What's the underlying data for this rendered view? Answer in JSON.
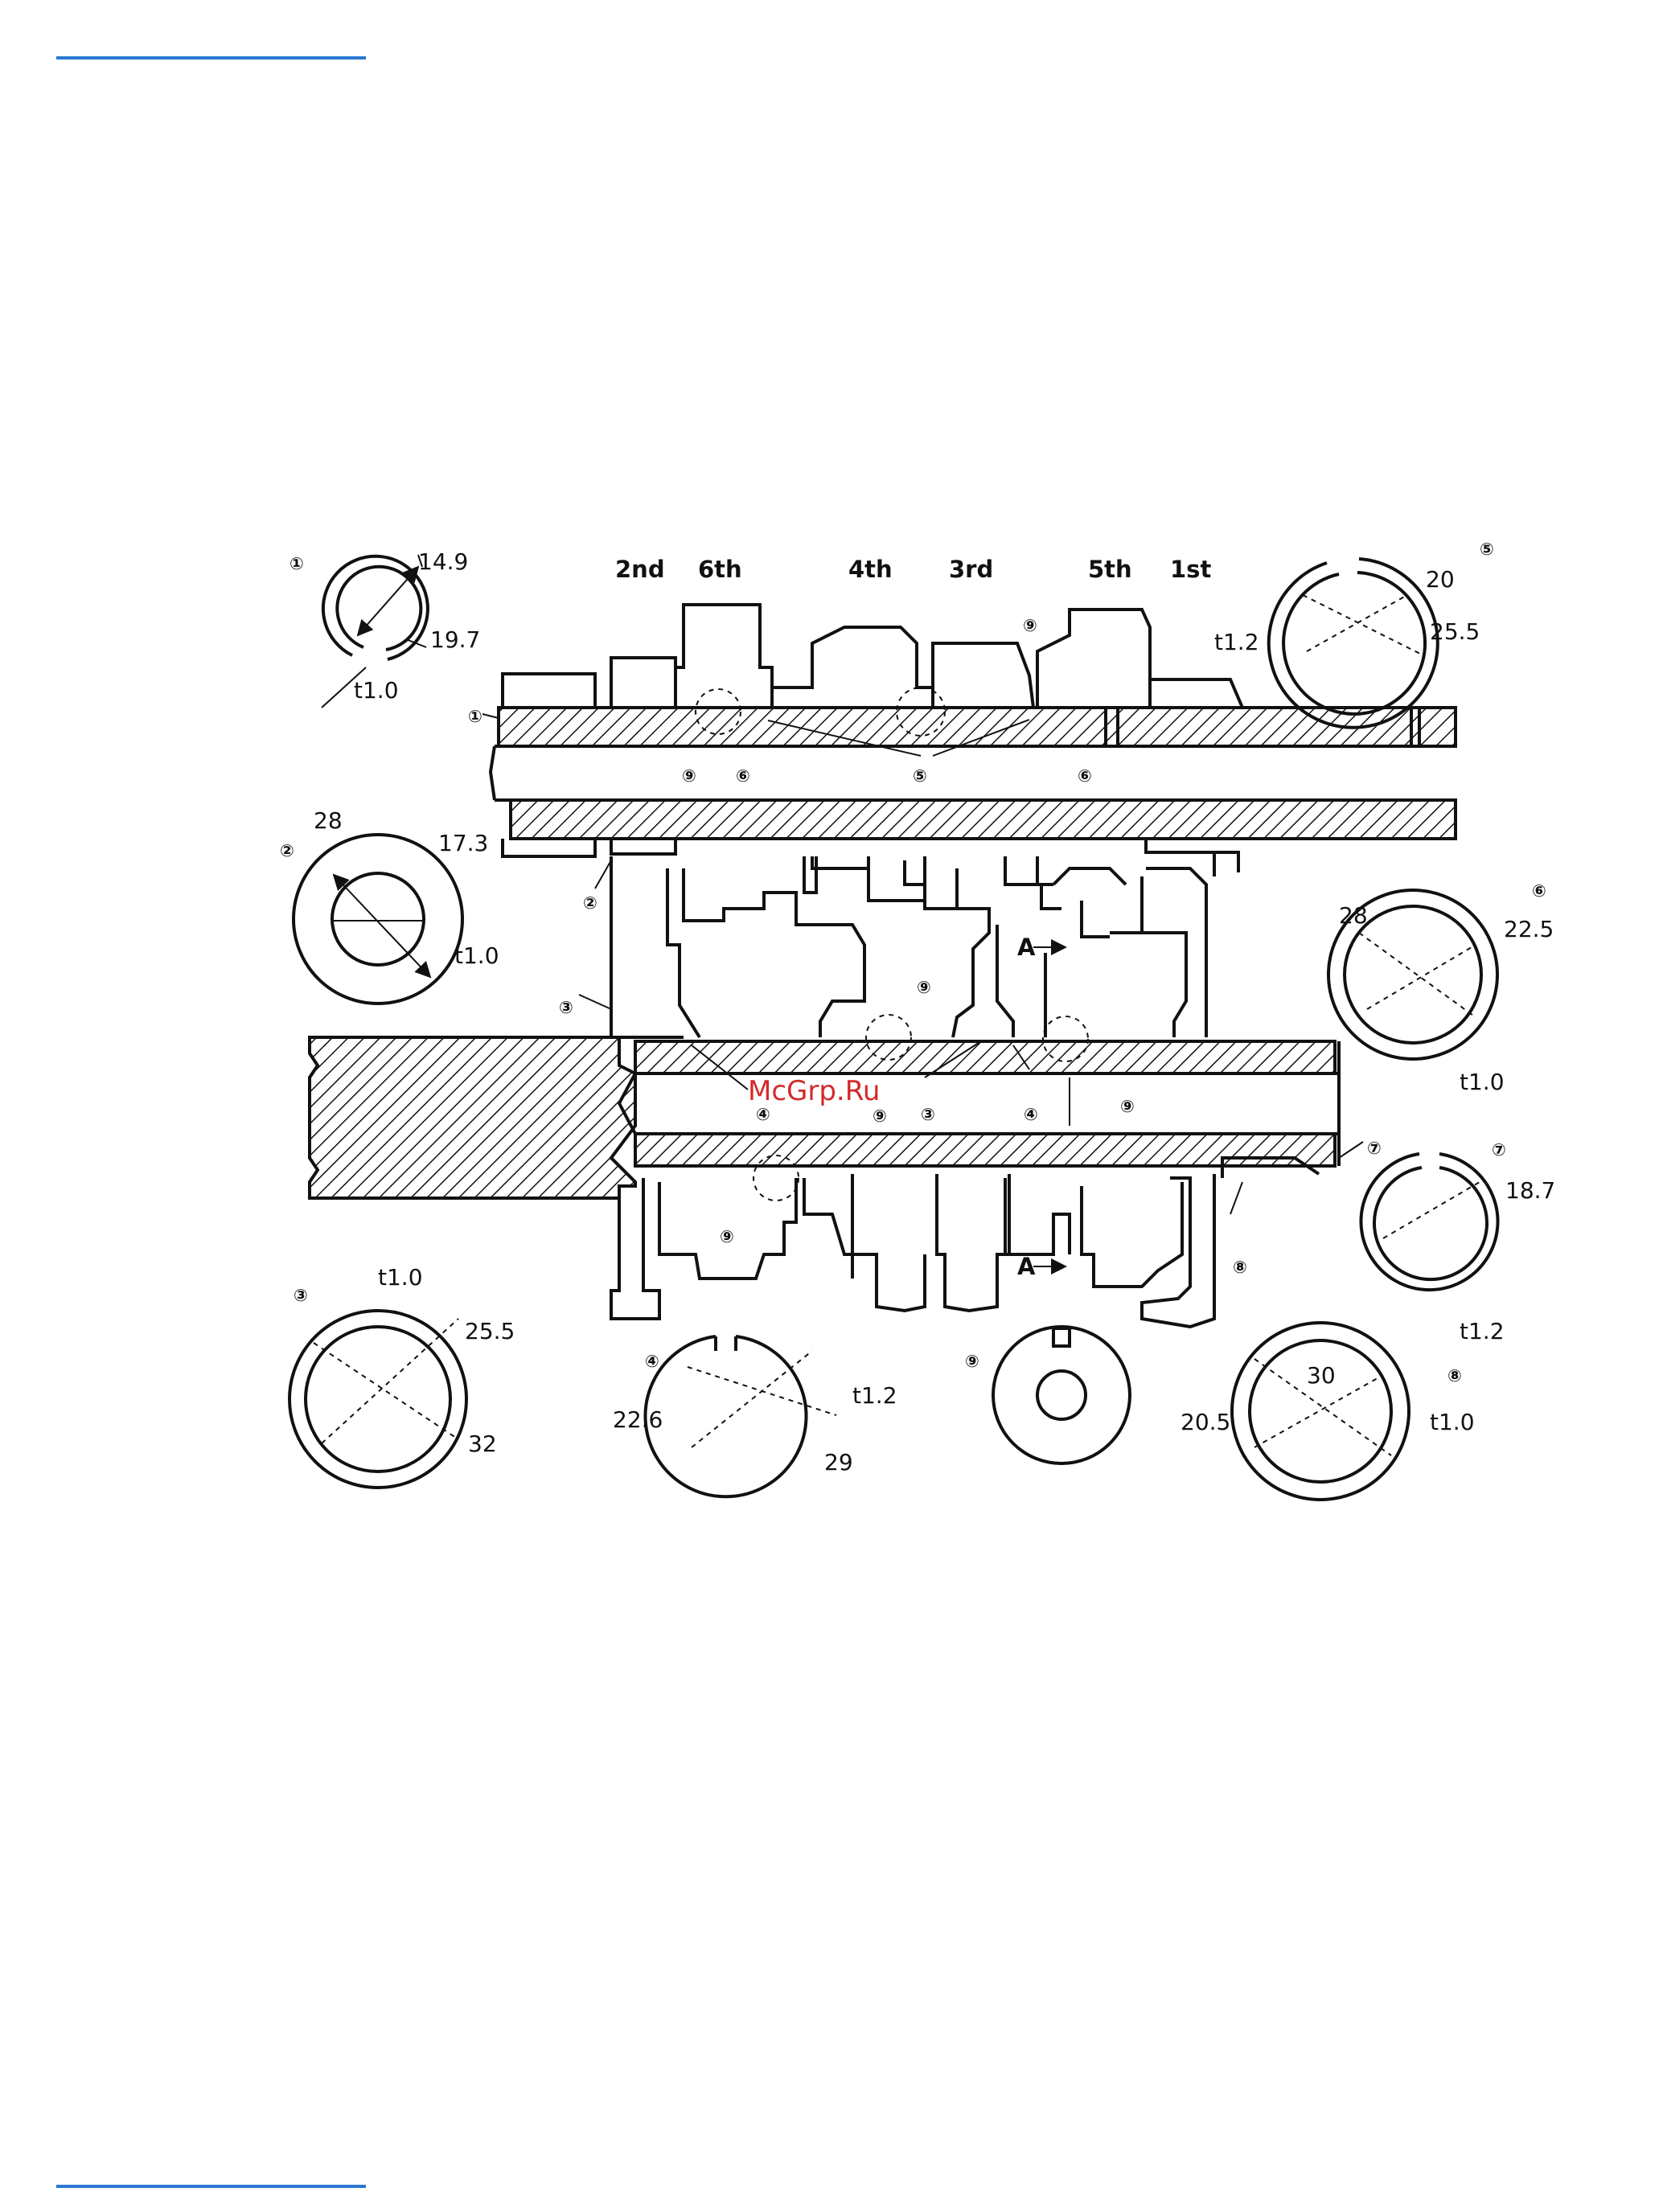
{
  "gears": [
    "2nd",
    "6th",
    "4th",
    "3rd",
    "5th",
    "1st"
  ],
  "watermark": "McGrp.Ru",
  "section_marker": "A",
  "callouts": [
    "①",
    "②",
    "③",
    "④",
    "⑤",
    "⑥",
    "⑦",
    "⑧",
    "⑨"
  ],
  "rings": {
    "r1": {
      "id": "①",
      "d1": "14.9",
      "d2": "19.7",
      "t": "t1.0"
    },
    "r2": {
      "id": "②",
      "d1": "28",
      "d2": "17.3",
      "t": "t1.0"
    },
    "r3": {
      "id": "③",
      "t": "t1.0",
      "d1": "25.5",
      "d2": "32"
    },
    "r4": {
      "id": "④",
      "d1": "22.6",
      "t": "t1.2",
      "d2": "29"
    },
    "r5": {
      "id": "⑤",
      "d1": "20",
      "d2": "25.5",
      "t": "t1.2"
    },
    "r6": {
      "id": "⑥",
      "d1": "28",
      "d2": "22.5",
      "t": "t1.0"
    },
    "r7": {
      "id": "⑦",
      "d1": "18.7",
      "t": "t1.2"
    },
    "r8": {
      "id": "⑧",
      "d1": "30",
      "d2": "20.5",
      "t": "t1.0"
    },
    "r9": {
      "id": "⑨"
    }
  }
}
